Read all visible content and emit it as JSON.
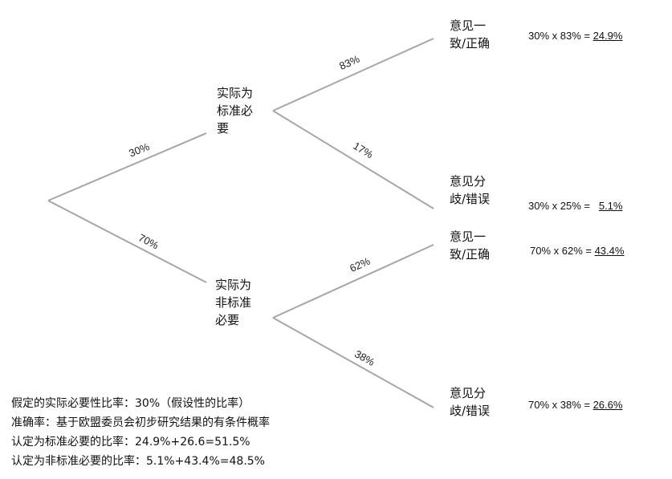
{
  "branches": {
    "b1": "30%",
    "b2": "70%",
    "b3": "83%",
    "b4": "17%",
    "b5": "62%",
    "b6": "38%"
  },
  "nodes": {
    "actual_essential": [
      "实际为",
      "标准必",
      "要"
    ],
    "actual_not_essential": [
      "实际为",
      "非标准",
      "必要"
    ],
    "agree1": [
      "意见一",
      "致/正确"
    ],
    "disagree1": [
      "意见分",
      "歧/错误"
    ],
    "agree2": [
      "意见一",
      "致/正确"
    ],
    "disagree2": [
      "意见分",
      "歧/错误"
    ]
  },
  "calcs": [
    {
      "expr": "30% x 83% = ",
      "result": "24.9%"
    },
    {
      "expr": "30% x 25% =   ",
      "result": "5.1%"
    },
    {
      "expr": "70% x 62% = ",
      "result": "43.4%"
    },
    {
      "expr": "70% x 38% = ",
      "result": "26.6%"
    }
  ],
  "notes": [
    "假定的实际必要性比率：30%（假设性的比率）",
    "准确率：基于欧盟委员会初步研究结果的有条件概率",
    "认定为标准必要的比率：24.9%+26.6=51.5%",
    "认定为非标准必要的比率：5.1%+43.4%=48.5%"
  ],
  "colors": {
    "line": "#a6a6a6"
  }
}
